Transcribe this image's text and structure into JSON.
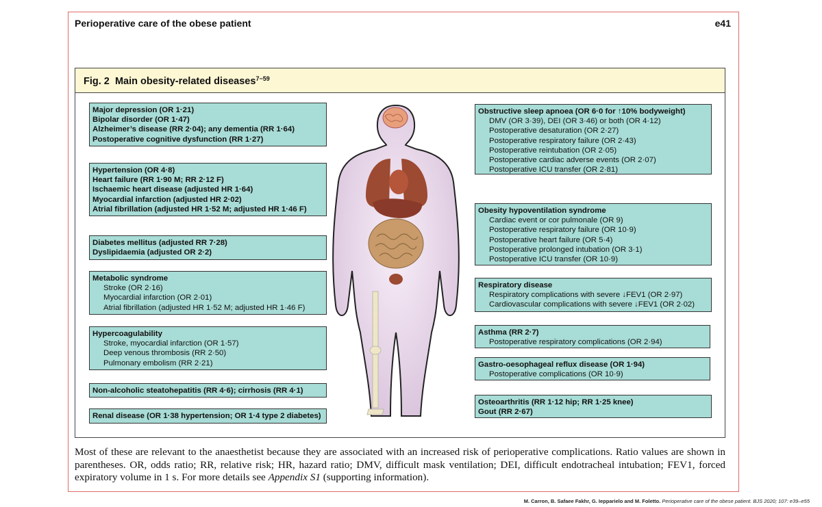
{
  "header": {
    "running_title": "Perioperative care of the obese patient",
    "page_number": "e41"
  },
  "figure": {
    "label": "Fig. 2",
    "title": "Main obesity-related diseases",
    "ref": "7−59",
    "left_boxes": [
      {
        "lines": [
          {
            "t": "Major depression (OR 1·21)",
            "bold": true
          },
          {
            "t": "Bipolar disorder (OR 1·47)",
            "bold": true
          },
          {
            "t": "Alzheimer’s disease (RR 2·04); any dementia (RR 1·64)",
            "bold": true
          },
          {
            "t": "Postoperative cognitive dysfunction (RR 1·27)",
            "bold": true
          }
        ]
      },
      {
        "lines": [
          {
            "t": "Hypertension (OR 4·8)",
            "bold": true
          },
          {
            "t": "Heart failure (RR 1·90 M; RR 2·12 F)",
            "bold": true
          },
          {
            "t": "Ischaemic heart disease (adjusted HR 1·64)",
            "bold": true
          },
          {
            "t": "Myocardial infarction (adjusted HR 2·02)",
            "bold": true
          },
          {
            "t": "Atrial fibrillation (adjusted HR 1·52 M; adjusted HR 1·46 F)",
            "bold": true
          }
        ]
      },
      {
        "lines": [
          {
            "t": "Diabetes mellitus (adjusted RR 7·28)",
            "bold": true
          },
          {
            "t": "Dyslipidaemia (adjusted OR 2·2)",
            "bold": true
          }
        ]
      },
      {
        "lines": [
          {
            "t": "Metabolic syndrome",
            "bold": true
          },
          {
            "t": "Stroke (OR 2·16)",
            "bold": false
          },
          {
            "t": "Myocardial infarction (OR 2·01)",
            "bold": false
          },
          {
            "t": "Atrial fibrillation (adjusted HR 1·52 M; adjusted HR 1·46 F)",
            "bold": false
          }
        ]
      },
      {
        "lines": [
          {
            "t": "Hypercoagulability",
            "bold": true
          },
          {
            "t": "Stroke, myocardial infarction (OR 1·57)",
            "bold": false
          },
          {
            "t": "Deep venous thrombosis (RR 2·50)",
            "bold": false
          },
          {
            "t": "Pulmonary embolism (RR 2·21)",
            "bold": false
          }
        ]
      },
      {
        "lines": [
          {
            "t": "Non-alcoholic steatohepatitis (RR 4·6); cirrhosis (RR 4·1)",
            "bold": true
          }
        ]
      },
      {
        "lines": [
          {
            "t": "Renal disease (OR 1·38 hypertension; OR 1·4 type 2 diabetes)",
            "bold": true
          }
        ]
      }
    ],
    "right_boxes": [
      {
        "lines": [
          {
            "t": "Obstructive sleep apnoea (OR 6·0 for ↑10% bodyweight)",
            "bold": true
          },
          {
            "t": "DMV (OR 3·39), DEI (OR 3·46) or both (OR 4·12)",
            "bold": false
          },
          {
            "t": "Postoperative desaturation (OR 2·27)",
            "bold": false
          },
          {
            "t": "Postoperative respiratory failure (OR 2·43)",
            "bold": false
          },
          {
            "t": "Postoperative reintubation (OR 2·05)",
            "bold": false
          },
          {
            "t": "Postoperative cardiac adverse events (OR 2·07)",
            "bold": false
          },
          {
            "t": "Postoperative ICU transfer (OR 2·81)",
            "bold": false
          }
        ]
      },
      {
        "lines": [
          {
            "t": "Obesity hypoventilation syndrome",
            "bold": true
          },
          {
            "t": "Cardiac event or cor pulmonale (OR 9)",
            "bold": false
          },
          {
            "t": "Postoperative respiratory failure (OR 10·9)",
            "bold": false
          },
          {
            "t": "Postoperative heart failure (OR 5·4)",
            "bold": false
          },
          {
            "t": "Postoperative prolonged intubation (OR 3·1)",
            "bold": false
          },
          {
            "t": "Postoperative ICU transfer (OR 10·9)",
            "bold": false
          }
        ]
      },
      {
        "lines": [
          {
            "t": "Respiratory disease",
            "bold": true
          },
          {
            "t": "Respiratory complications with severe ↓FEV1 (OR 2·97)",
            "bold": false
          },
          {
            "t": "Cardiovascular complications with severe ↓FEV1 (OR 2·02)",
            "bold": false
          }
        ]
      },
      {
        "lines": [
          {
            "t": "Asthma (RR 2·7)",
            "bold": true
          },
          {
            "t": "Postoperative respiratory complications (OR 2·94)",
            "bold": false
          }
        ]
      },
      {
        "lines": [
          {
            "t": "Gastro-oesophageal reflux disease (OR 1·94)",
            "bold": true
          },
          {
            "t": "Postoperative complications (OR 10·9)",
            "bold": false
          }
        ]
      },
      {
        "lines": [
          {
            "t": "Osteoarthritis (RR 1·12 hip; RR 1·25 knee)",
            "bold": true
          },
          {
            "t": "Gout (RR 2·67)",
            "bold": true
          }
        ]
      }
    ],
    "colors": {
      "box_fill": "#a8dcd6",
      "header_fill": "#fdf7d4",
      "frame": "#e06a6a"
    }
  },
  "caption": {
    "main": "Most of these are relevant to the anaesthetist because they are associated with an increased risk of perioperative complications. Ratio values are shown in parentheses. OR, odds ratio; RR, relative risk; HR, hazard ratio; DMV, difficult mask ventilation; DEI, difficult endotracheal intubation; FEV1, forced expiratory volume in 1 s. For more details see ",
    "italic": "Appendix S1",
    "end": " (supporting information)."
  },
  "citation": {
    "authors": "M. Carron, B. Safaee Fakhr, G. Iepparielo and M. Foletto.",
    "source": "Perioperative care of the obese patient. BJS 2020; 107: e39–e55"
  }
}
